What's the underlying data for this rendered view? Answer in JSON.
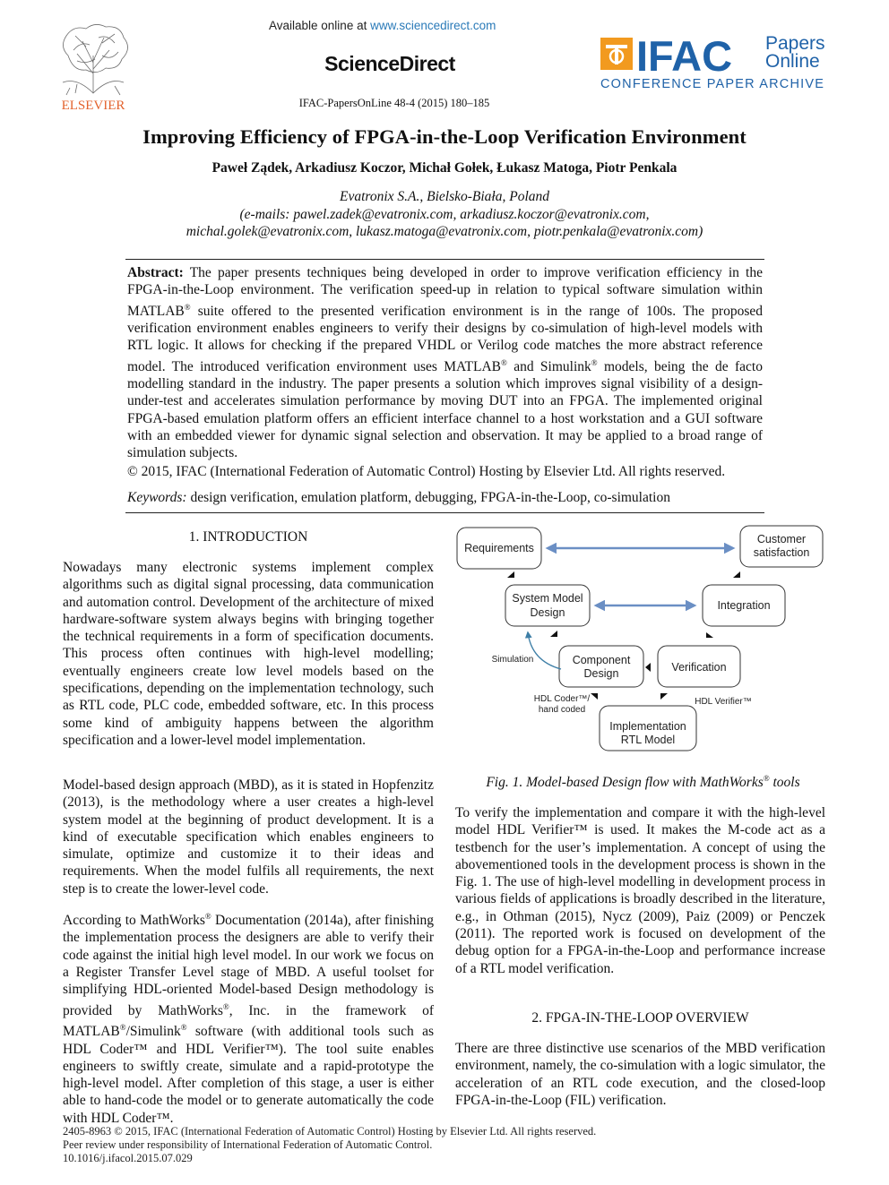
{
  "header": {
    "available_prefix": "Available online at ",
    "available_link": "www.sciencedirect.com",
    "sciencedirect": "ScienceDirect",
    "journal_ref": "IFAC-PapersOnLine 48-4 (2015) 180–185",
    "elsevier_wordmark": "ELSEVIER",
    "ifac_main": "IFAC",
    "ifac_papers": "Papers",
    "ifac_online": "Online",
    "ifac_archive": "CONFERENCE PAPER ARCHIVE"
  },
  "paper": {
    "title": "Improving Efficiency of FPGA-in-the-Loop Verification Environment",
    "authors": "Paweł Ządek, Arkadiusz Koczor, Michał Gołek, Łukasz Matoga, Piotr Penkala",
    "affiliation": "Evatronix S.A., Bielsko-Biała, Poland",
    "emails_line1": "(e-mails: pawel.zadek@evatronix.com, arkadiusz.koczor@evatronix.com,",
    "emails_line2": "michal.golek@evatronix.com, lukasz.matoga@evatronix.com, piotr.penkala@evatronix.com)"
  },
  "abstract": {
    "label": "Abstract:",
    "part1": " The paper presents techniques being developed in order to improve verification efficiency in the FPGA-in-the-Loop environment. The verification speed-up in relation to typical software simulation within MATLAB",
    "part2": " suite offered to the presented verification environment is in the range of 100s. The proposed verification environment enables engineers to verify their designs by co-simulation of high-level models with RTL logic. It allows for checking if the prepared VHDL or Verilog code matches the more abstract reference model. The introduced verification environment uses MATLAB",
    "part3": " and Simulink",
    "part4": " models, being the de facto modelling standard in the industry. The paper presents a solution which improves signal visibility of a design-under-test and accelerates simulation performance by moving DUT into an FPGA. The implemented original FPGA-based emulation platform offers an efficient interface channel to a host workstation and a GUI software with an embedded viewer for dynamic signal selection and observation. It may be applied to a broad range of simulation subjects.",
    "reg": "®",
    "copyright": "© 2015, IFAC (International Federation of Automatic Control) Hosting by Elsevier Ltd. All rights reserved.",
    "keywords_label": "Keywords:",
    "keywords": " design verification, emulation platform, debugging, FPGA-in-the-Loop, co-simulation"
  },
  "sections": {
    "intro_title": "1.  INTRODUCTION",
    "intro_p1": "Nowadays many electronic systems implement complex algorithms such as digital signal processing, data communication and automation control. Development of the architecture of mixed hardware-software system always begins with bringing together the technical requirements in a form of specification documents. This process often continues with high-level modelling; eventually engineers create low level models based on the specifications, depending on the implementation technology, such as RTL code, PLC code, embedded software, etc. In this process some kind of ambiguity happens between the algorithm specification and a lower-level model implementation.",
    "intro_p2": "Model-based design approach (MBD), as it is stated in Hopfenzitz (2013), is the methodology where a user creates a high-level system model at the beginning of product development. It is a kind of executable specification which enables engineers to simulate, optimize and customize it to their ideas and requirements. When the model fulfils all requirements, the next step is to create the lower-level code.",
    "intro_p3_a": "According to MathWorks",
    "intro_p3_b": " Documentation (2014a), after finishing the implementation process the designers are able to verify their code against the initial high level model. In our work we focus on a Register Transfer Level stage of MBD. A useful toolset for simplifying HDL-oriented Model-based Design methodology is provided by MathWorks",
    "intro_p3_c": ", Inc. in the framework of MATLAB",
    "intro_p3_d": "/Simulink",
    "intro_p3_e": " software (with additional tools such as HDL Coder™ and HDL Verifier™). The tool suite enables engineers to swiftly create, simulate and a rapid-prototype the high-level model. After completion of this stage, a user is either able to hand-code the model or to generate automatically the code with HDL Coder™.",
    "fig_caption_a": "Fig. 1. Model-based Design flow with MathWorks",
    "fig_caption_b": " tools",
    "right_p1": "To verify the implementation and compare it with the high-level model HDL Verifier™ is used. It makes the M-code act as a testbench for the user’s implementation. A concept of using the abovementioned tools in the development process is shown in the Fig. 1. The use of high-level modelling in development process in various fields of applications is broadly described in the literature, e.g., in Othman (2015), Nycz (2009), Paiz (2009) or Penczek (2011). The reported work is focused on development of the debug option for a FPGA-in-the-Loop and performance increase of a RTL model verification.",
    "fil_title": "2.  FPGA-IN-THE-LOOP OVERVIEW",
    "right_p2": "There are three distinctive use scenarios of the MBD verification environment, namely, the co-simulation with a logic simulator, the acceleration of an RTL code execution, and the closed-loop FPGA-in-the-Loop (FIL) verification."
  },
  "diagram": {
    "requirements": "Requirements",
    "customer_1": "Customer",
    "customer_2": "satisfaction",
    "sysmodel_1": "System Model",
    "sysmodel_2": "Design",
    "integration": "Integration",
    "component_1": "Component",
    "component_2": "Design",
    "verification": "Verification",
    "simulation": "Simulation",
    "hdl_coder_1": "HDL Coder™/",
    "hdl_coder_2": "hand coded",
    "hdl_verifier": "HDL Verifier™",
    "impl_1": "Implementation",
    "impl_2": "RTL Model",
    "arrow_color": "#6b8fc4",
    "curve_color": "#3d7ea6"
  },
  "footer": {
    "line1": "2405-8963 © 2015, IFAC (International Federation of Automatic Control) Hosting by Elsevier Ltd. All rights reserved.",
    "line2": "Peer review under responsibility of International Federation of Automatic Control.",
    "line3": "10.1016/j.ifacol.2015.07.029"
  }
}
